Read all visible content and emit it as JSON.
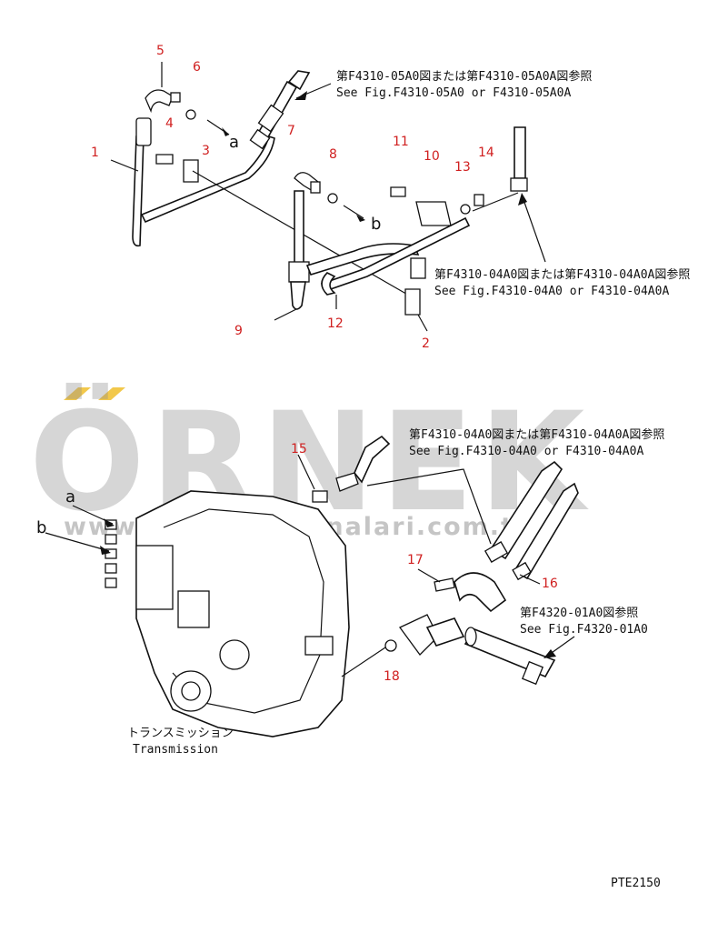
{
  "watermark": {
    "brand": "ÖRNEK",
    "url": "www.orneksmakinalari.com.tr",
    "accent_color": "#f2c84b",
    "text_color": "#8c8c8c"
  },
  "part_numbers": [
    "1",
    "2",
    "3",
    "4",
    "5",
    "6",
    "7",
    "8",
    "9",
    "10",
    "11",
    "12",
    "13",
    "14",
    "15",
    "16",
    "17",
    "18"
  ],
  "refs": {
    "r1_jp": "第F4310-05A0図または第F4310-05A0A図参照",
    "r1_en": "See Fig.F4310-05A0 or F4310-05A0A",
    "r2_jp": "第F4310-04A0図または第F4310-04A0A図参照",
    "r2_en": "See Fig.F4310-04A0 or F4310-04A0A",
    "r3_jp": "第F4310-04A0図または第F4310-04A0A図参照",
    "r3_en": "See Fig.F4310-04A0 or F4310-04A0A",
    "r4_jp": "第F4320-01A0図参照",
    "r4_en": "See Fig.F4320-01A0"
  },
  "connection_labels": {
    "a_top": "a",
    "b_top": "b",
    "a_left": "a",
    "b_left": "b"
  },
  "transmission": {
    "jp": "トランスミッション",
    "en": "Transmission"
  },
  "drawing_code": "PTE2150"
}
